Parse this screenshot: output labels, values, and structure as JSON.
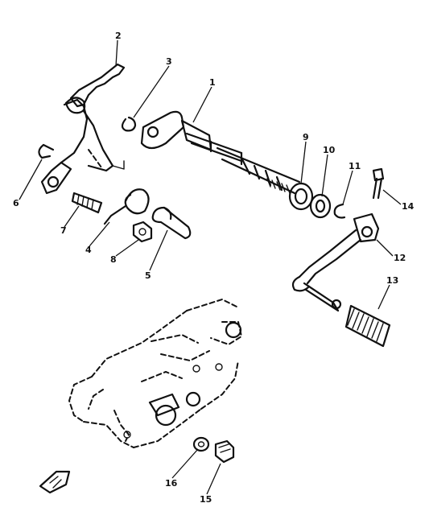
{
  "callouts": [
    {
      "id": "c1",
      "text": "1"
    },
    {
      "id": "c2",
      "text": "2"
    },
    {
      "id": "c3",
      "text": "3"
    },
    {
      "id": "c4",
      "text": "4"
    },
    {
      "id": "c5",
      "text": "5"
    },
    {
      "id": "c6",
      "text": "6"
    },
    {
      "id": "c7",
      "text": "7"
    },
    {
      "id": "c8",
      "text": "8"
    },
    {
      "id": "c9",
      "text": "9"
    },
    {
      "id": "c10",
      "text": "10"
    },
    {
      "id": "c11",
      "text": "11"
    },
    {
      "id": "c12",
      "text": "12"
    },
    {
      "id": "c13",
      "text": "13"
    },
    {
      "id": "c14",
      "text": "14"
    },
    {
      "id": "c15",
      "text": "15"
    },
    {
      "id": "c16",
      "text": "16"
    }
  ],
  "corner_mark": {
    "icon": "front-direction-arrow-icon"
  }
}
